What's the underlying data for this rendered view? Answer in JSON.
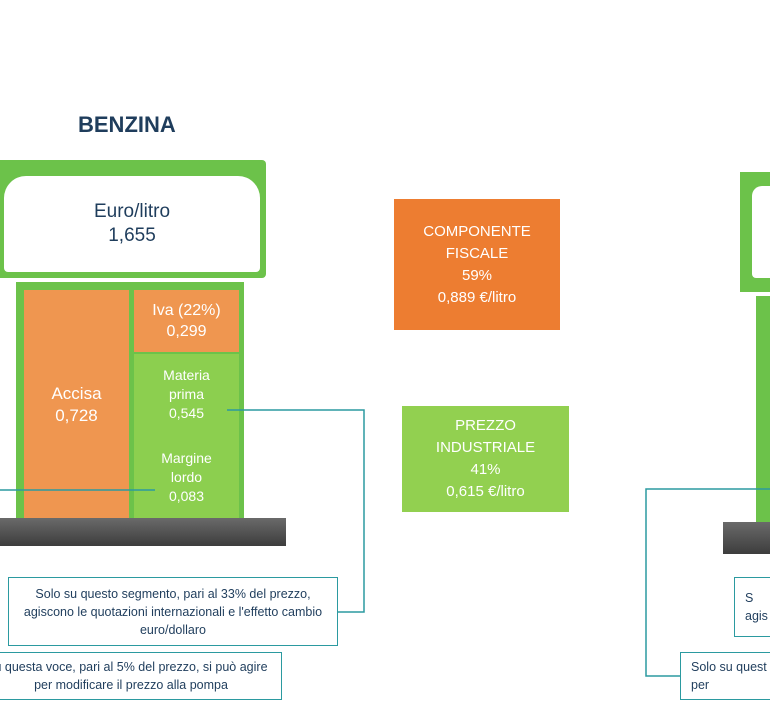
{
  "title": "BENZINA",
  "display": {
    "label": "Euro/litro",
    "value": "1,655"
  },
  "segments": {
    "accisa": {
      "label": "Accisa",
      "value": "0,728"
    },
    "iva": {
      "label": "Iva (22%)",
      "value": "0,299"
    },
    "materia": {
      "line1": "Materia",
      "line2": "prima",
      "value": "0,545"
    },
    "margine": {
      "line1": "Margine",
      "line2": "lordo",
      "value": "0,083"
    }
  },
  "fiscale": {
    "line1": "COMPONENTE",
    "line2": "FISCALE",
    "percent": "59%",
    "amount": "0,889 €/litro"
  },
  "industriale": {
    "line1": "PREZZO",
    "line2": "INDUSTRIALE",
    "percent": "41%",
    "amount": "0,615 €/litro"
  },
  "notes": {
    "segment": {
      "line1": "Solo su questo segmento, pari al 33% del prezzo,",
      "line2": "agiscono le quotazioni internazionali e l'effetto cambio",
      "line3": "euro/dollaro"
    },
    "voce": {
      "line1": "u questa voce, pari al 5% del prezzo, si può agire",
      "line2": "per modificare il prezzo alla pompa"
    },
    "right_segment": {
      "line1": "S",
      "line2": "agis"
    },
    "right_voce": {
      "line1": "Solo su quest",
      "line2": "per"
    }
  },
  "colors": {
    "pump_green": "#6cc24a",
    "orange": "#ef9650",
    "fiscale_orange": "#ed7d31",
    "light_green": "#8ccf4f",
    "industriale_green": "#92d050",
    "title_blue": "#1f3d5c",
    "connector_teal": "#2b9aa0"
  }
}
